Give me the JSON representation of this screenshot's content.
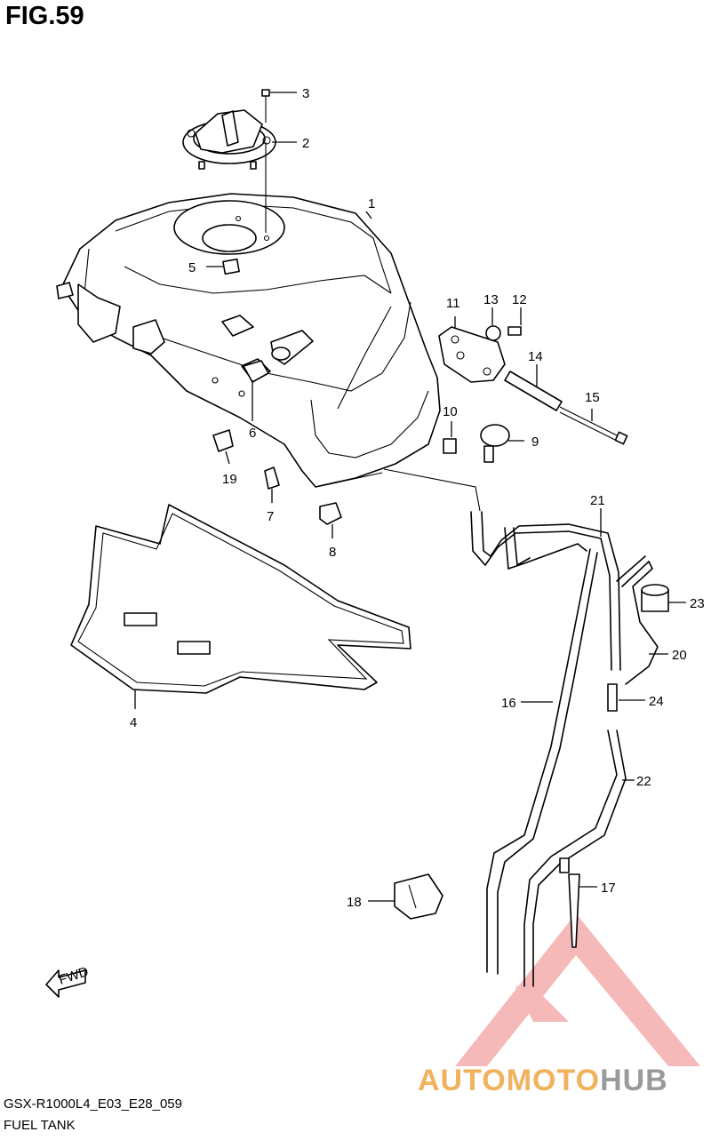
{
  "figure": {
    "title": "FIG.59"
  },
  "footer": {
    "code": "GSX-R1000L4_E03_E28_059",
    "name": "FUEL TANK"
  },
  "fwd_label": "FWD",
  "watermark": {
    "part1": "AUTOMOTO",
    "part2": "HUB",
    "color1": "#f2b25c",
    "color2": "#9a9a9a",
    "triangle_color": "#f08080"
  },
  "callouts": [
    "1",
    "2",
    "3",
    "4",
    "5",
    "6",
    "7",
    "8",
    "9",
    "10",
    "11",
    "12",
    "13",
    "14",
    "15",
    "16",
    "17",
    "18",
    "19",
    "20",
    "21",
    "22",
    "23",
    "24"
  ]
}
